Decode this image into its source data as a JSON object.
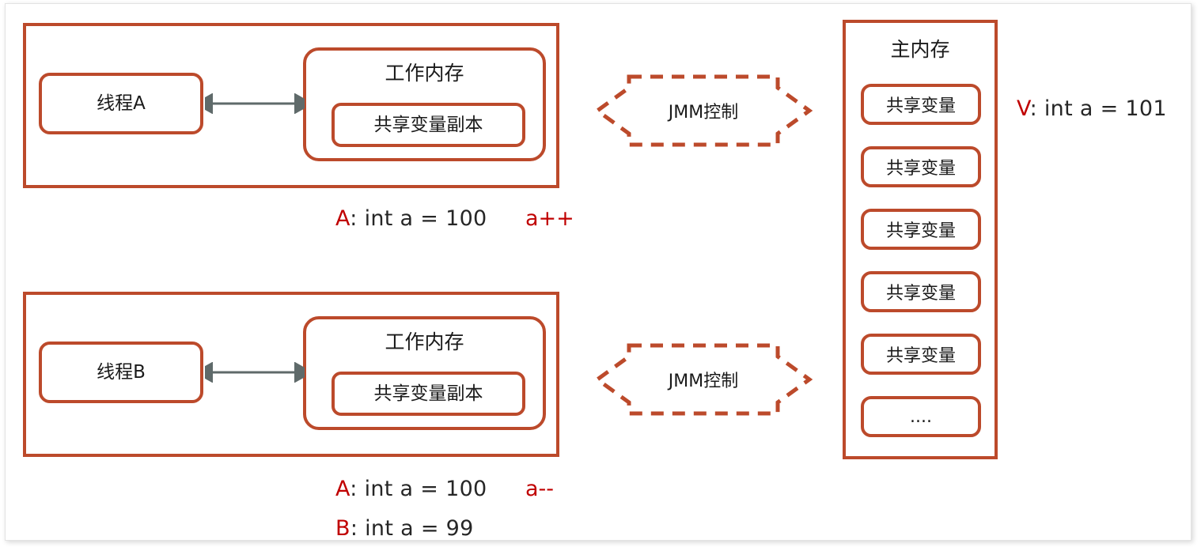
{
  "theme": {
    "box_border": "#BC4A2B",
    "arrow_gray": "#5F6A6A",
    "accent_red": "#C00000",
    "text": "#1a1a1a",
    "page_bg": "#ffffff"
  },
  "threads": [
    {
      "id": "thread-a",
      "thread_label": "线程A",
      "working_memory_title": "工作内存",
      "copy_label": "共享变量副本",
      "connector": "double-headed-arrow",
      "jmm_label": "JMM控制",
      "annotation": {
        "key": "A",
        "sep": ": ",
        "expr": "int a = 100"
      },
      "operation": "a++"
    },
    {
      "id": "thread-b",
      "thread_label": "线程B",
      "working_memory_title": "工作内存",
      "copy_label": "共享变量副本",
      "connector": "double-headed-arrow",
      "jmm_label": "JMM控制",
      "annotation": {
        "key": "A",
        "sep": ": ",
        "expr": "int a = 100"
      },
      "operation": "a--",
      "annotation2": {
        "key": "B",
        "sep": ": ",
        "expr": "int a = 99"
      }
    }
  ],
  "main_memory": {
    "title": "主内存",
    "slots": [
      {
        "label": "共享变量"
      },
      {
        "label": "共享变量"
      },
      {
        "label": "共享变量"
      },
      {
        "label": "共享变量"
      },
      {
        "label": "共享变量"
      },
      {
        "label": "...."
      }
    ],
    "annotation": {
      "key": "V",
      "sep": ": ",
      "expr": "int a = 101"
    }
  }
}
